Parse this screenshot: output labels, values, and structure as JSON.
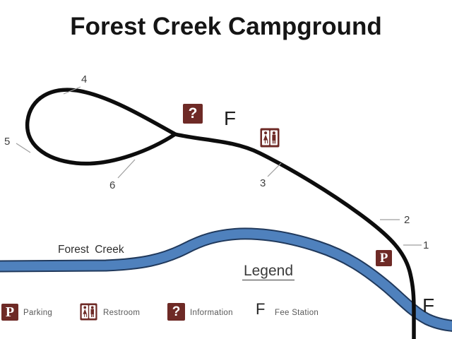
{
  "title": "Forest Creek Campground",
  "map": {
    "river_label": "Forest Creek",
    "sites": {
      "site1": "1",
      "site2": "2",
      "site3": "3",
      "site4": "4",
      "site5": "5",
      "site6": "6"
    },
    "markers": {
      "information_symbol": "?",
      "parking_symbol": "P",
      "fee_station_symbol_upper": "F",
      "fee_station_symbol_lower": "F"
    }
  },
  "legend": {
    "heading": "Legend",
    "items": [
      {
        "name": "parking",
        "symbol": "P",
        "label": "Parking"
      },
      {
        "name": "restroom",
        "label": "Restroom"
      },
      {
        "name": "information",
        "symbol": "?",
        "label": "Information"
      },
      {
        "name": "fee-station",
        "symbol": "F",
        "label": "Fee Station"
      }
    ]
  },
  "colors": {
    "icon_maroon": "#6e2a26",
    "river_fill": "#4f81bd",
    "river_outline": "#20395c",
    "road": "#0d0d0d",
    "leader_gray": "#9e9e9e"
  }
}
